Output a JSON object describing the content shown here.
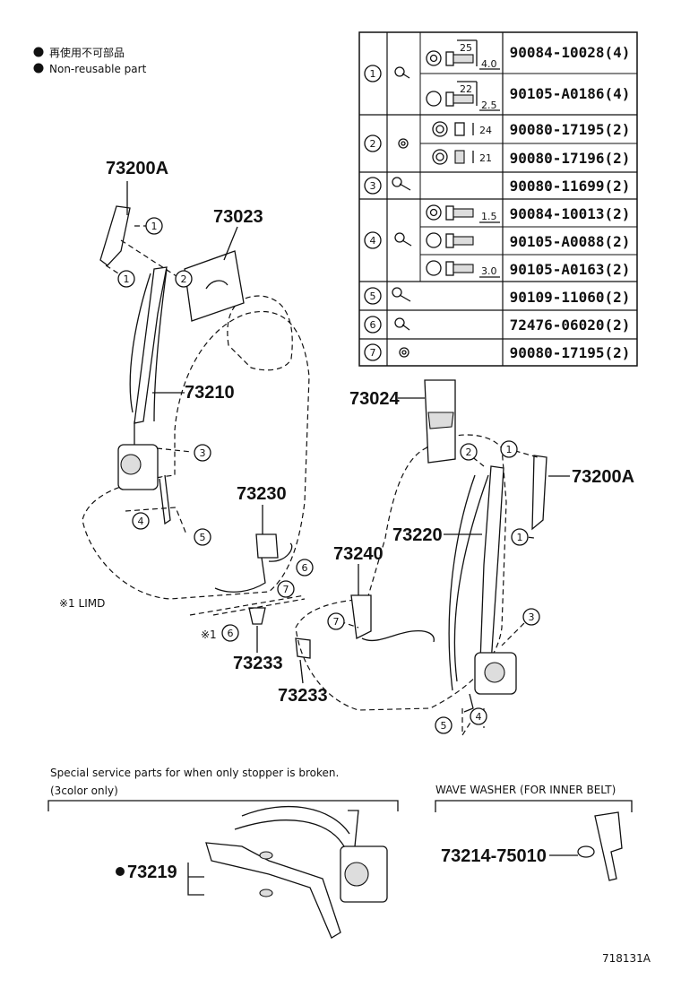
{
  "legend": {
    "line1": "再使用不可部品",
    "line2": "Non-reusable part"
  },
  "table": {
    "rows": [
      {
        "ref": "1",
        "part": "90084-10028(4)",
        "dim_top": "25",
        "dim_side": "4.0"
      },
      {
        "ref": "",
        "part": "90105-A0186(4)",
        "dim_top": "22",
        "dim_side": "2.5"
      },
      {
        "ref": "2",
        "part": "90080-17195(2)",
        "dim_side": "24"
      },
      {
        "ref": "",
        "part": "90080-17196(2)",
        "dim_side": "21"
      },
      {
        "ref": "3",
        "part": "90080-11699(2)"
      },
      {
        "ref": "4",
        "part": "90084-10013(2)",
        "dim_side": "1.5"
      },
      {
        "ref": "",
        "part": "90105-A0088(2)"
      },
      {
        "ref": "",
        "part": "90105-A0163(2)",
        "dim_side": "3.0"
      },
      {
        "ref": "5",
        "part": "90109-11060(2)"
      },
      {
        "ref": "6",
        "part": "72476-06020(2)"
      },
      {
        "ref": "7",
        "part": "90080-17195(2)"
      }
    ]
  },
  "labels": {
    "p73200a_left": "73200A",
    "p73023": "73023",
    "p73210": "73210",
    "p73230": "73230",
    "p73233_a": "73233",
    "p73233_b": "73233",
    "p73024": "73024",
    "p73200a_right": "73200A",
    "p73220": "73220",
    "p73240": "73240",
    "p73219": "73219",
    "p73214": "73214-75010",
    "limd_note": "※1  LIMD",
    "note_mark": "※1"
  },
  "callouts": {
    "c1": "1",
    "c2": "2",
    "c3": "3",
    "c4": "4",
    "c5": "5",
    "c6": "6",
    "c7": "7"
  },
  "bottom": {
    "special_line1": "Special service parts for when only stopper is broken.",
    "special_line2": "(3color only)",
    "wave_washer": "WAVE WASHER (FOR INNER BELT)",
    "figure_id": "718131A"
  }
}
